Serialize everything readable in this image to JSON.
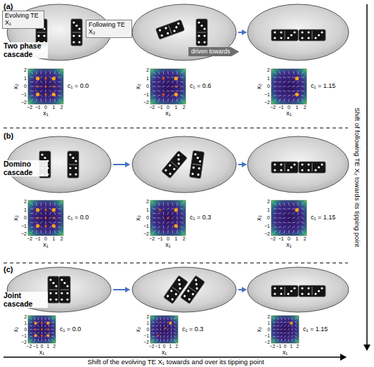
{
  "diagram": {
    "nodes": [
      {
        "text": [
          "Evolving TE X₁"
        ]
      },
      {
        "text": [
          "Following TE X₂"
        ]
      },
      {
        "text": [
          "driven towards"
        ]
      }
    ],
    "labels": [
      "(a)",
      "Two phase cascade",
      "2",
      "1",
      "0",
      "−1",
      "−2",
      "−2",
      "−1",
      "0",
      "1",
      "2",
      "x₁",
      "x₂",
      "c₁ = 0.0",
      "2",
      "1",
      "0",
      "−1",
      "−2",
      "−2",
      "−1",
      "0",
      "1",
      "2",
      "x₁",
      "x₂",
      "c₁ = 0.6",
      "2",
      "1",
      "0",
      "−1",
      "−2",
      "−2",
      "−1",
      "0",
      "1",
      "2",
      "x₁",
      "x₂",
      "c₁ = 1.15",
      "(b)",
      "Domino cascade",
      "2",
      "1",
      "0",
      "−1",
      "−2",
      "−2",
      "−1",
      "0",
      "1",
      "2",
      "x₁",
      "x₂",
      "c₁ = 0.0",
      "2",
      "1",
      "0",
      "−1",
      "−2",
      "−2",
      "−1",
      "0",
      "1",
      "2",
      "x₁",
      "x₂",
      "c₁ = 0.3",
      "2",
      "1",
      "0",
      "−1",
      "−2",
      "−2",
      "−1",
      "0",
      "1",
      "2",
      "x₁",
      "x₂",
      "c₁ = 1.15",
      "(c)",
      "Joint cascade",
      "2",
      "1",
      "0",
      "−1",
      "−2",
      "−2",
      "−1",
      "0",
      "1",
      "2",
      "x₁",
      "x₂",
      "c₁ = 0.0",
      "2",
      "1",
      "0",
      "−1",
      "−2",
      "−2",
      "−1",
      "0",
      "1",
      "2",
      "x₁",
      "x₂",
      "c₁ = 0.3",
      "2",
      "1",
      "0",
      "−1",
      "−2",
      "−2",
      "−1",
      "0",
      "1",
      "2",
      "x₁",
      "x₂",
      "c₁ = 1.15",
      "Shift of following TE X₂ towards its tipping point",
      "Shift of the evolving TE X₁ towards and over its tipping point"
    ]
  }
}
